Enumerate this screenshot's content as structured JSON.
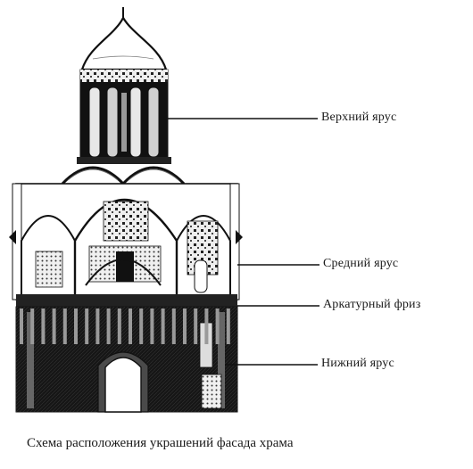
{
  "diagram": {
    "labels": {
      "upper_tier": "Верхний ярус",
      "middle_tier": "Средний ярус",
      "arcature_frieze": "Аркатурный фриз",
      "lower_tier": "Нижний ярус"
    },
    "caption": "Схема расположения украшений фасада храма"
  }
}
